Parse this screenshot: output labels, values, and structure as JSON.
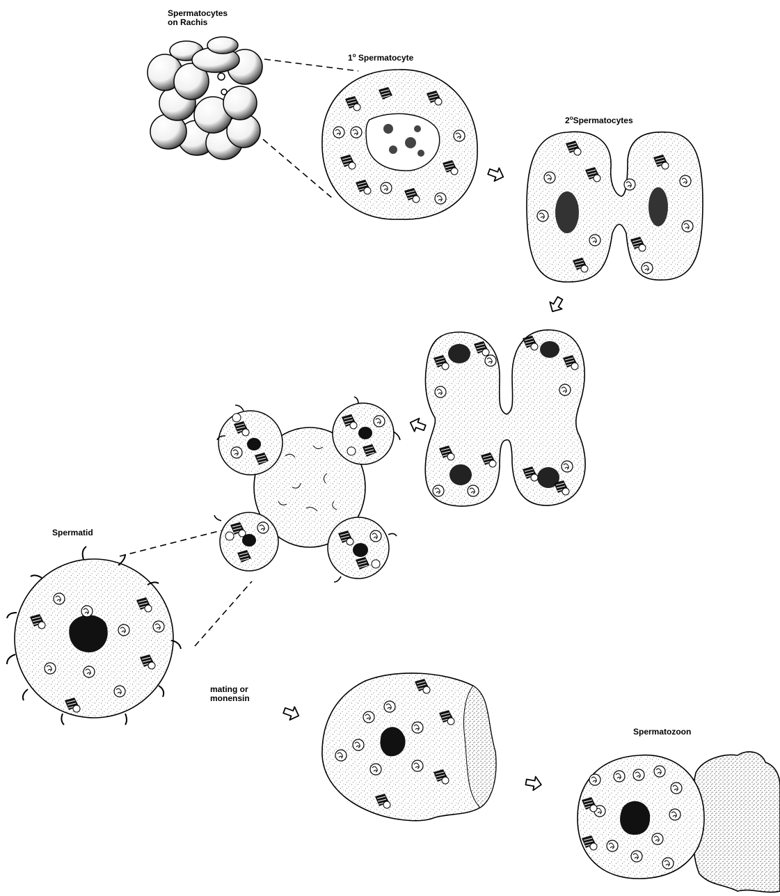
{
  "labels": {
    "rachis_line1": "Spermatocytes",
    "rachis_line2": "on Rachis",
    "primary_prefix": "1",
    "primary_name": "Spermatocyte",
    "secondary_prefix": "2",
    "secondary_name": "Spermatocytes",
    "spermatid": "Spermatid",
    "trigger_line1": "mating or",
    "trigger_line2": "monensin",
    "spermatozoon": "Spermatozoon"
  },
  "colors": {
    "ink": "#000000",
    "paper": "#ffffff",
    "stipple": "#444444"
  },
  "icons": [
    "open-arrow-icon"
  ]
}
